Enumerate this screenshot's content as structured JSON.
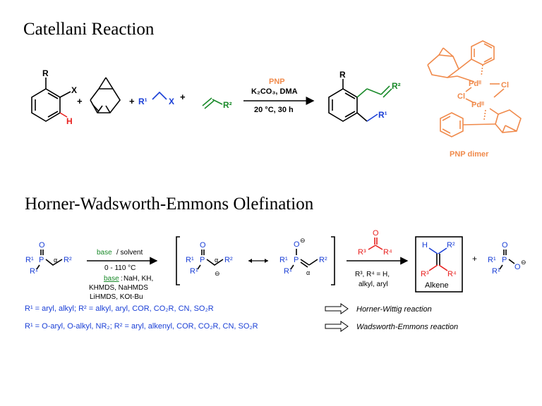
{
  "titles": {
    "catellani": "Catellani Reaction",
    "hwe": "Horner-Wadsworth-Emmons Olefination"
  },
  "catellani": {
    "substrate": {
      "R": "R",
      "X": "X",
      "H": "H"
    },
    "plus": "+",
    "alkyl_halide": {
      "R1": "R¹",
      "X": "X"
    },
    "olefin": {
      "R2": "R²"
    },
    "conditions": {
      "catalyst": "PNP",
      "base": "K₂CO₃, DMA",
      "temp_time": "20 °C, 30 h"
    },
    "product": {
      "R": "R",
      "R1": "R¹",
      "R2": "R²"
    },
    "dimer": {
      "pd_top": "Pdᴵᴵ",
      "pd_bottom": "Pdᴵᴵ",
      "cl1": "Cl",
      "cl2": "Cl",
      "caption": "PNP dimer"
    }
  },
  "hwe": {
    "phosphonate": {
      "O": "O",
      "R1a": "R¹",
      "R1b": "R¹",
      "P": "P",
      "alpha": "α",
      "R2": "R²"
    },
    "conditions_above": {
      "base": "base",
      "solvent": "/ solvent"
    },
    "temp": "0 - 110 °C",
    "base_label": "base",
    "base_list": [
      "NaH, KH,",
      "KHMDS, NaHMDS",
      "LiHMDS, KOt-Bu"
    ],
    "carbanion": {
      "O": "O",
      "R1a": "R¹",
      "R1b": "R¹",
      "P": "P",
      "alpha": "α",
      "R2": "R²",
      "charge": "⊖"
    },
    "ylide": {
      "O": "O",
      "charge": "⊖",
      "R1a": "R¹",
      "R1b": "R¹",
      "P": "P",
      "alpha": "α",
      "R2": "R²"
    },
    "carbonyl": {
      "O": "O",
      "R3": "R³",
      "R4": "R⁴"
    },
    "carbonyl_note": [
      "R³, R⁴ = H,",
      "alkyl, aryl"
    ],
    "alkene": {
      "H": "H",
      "R2": "R²",
      "R3": "R³",
      "R4": "R⁴",
      "label": "Alkene"
    },
    "byproduct": {
      "O": "O",
      "P": "P",
      "R1a": "R¹",
      "R1b": "R¹",
      "Ominus": "O",
      "charge": "⊖"
    },
    "plus": "+",
    "definitions": [
      {
        "text": "R¹ = aryl, alkyl; R² = alkyl, aryl, COR, CO₂R, CN, SO₂R",
        "result": "Horner-Wittig reaction"
      },
      {
        "text": "R¹ = O-aryl, O-alkyl, NR₂; R² = aryl, alkenyl, COR, CO₂R, CN, SO₂R",
        "result": "Wadsworth-Emmons reaction"
      }
    ]
  },
  "colors": {
    "blue": "#1a3fd6",
    "red": "#e8211f",
    "green": "#1a8a2a",
    "orange": "#f08a4b"
  }
}
